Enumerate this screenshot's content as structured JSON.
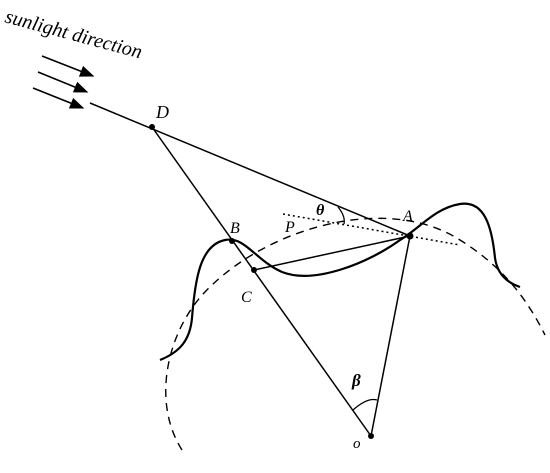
{
  "title": "sunlight direction",
  "points": {
    "D": "D",
    "B": "B",
    "C": "C",
    "A": "A",
    "P": "P",
    "O": "o"
  },
  "angles": {
    "theta": "θ",
    "beta": "β"
  },
  "colors": {
    "ink": "#000000",
    "background": "#ffffff"
  }
}
